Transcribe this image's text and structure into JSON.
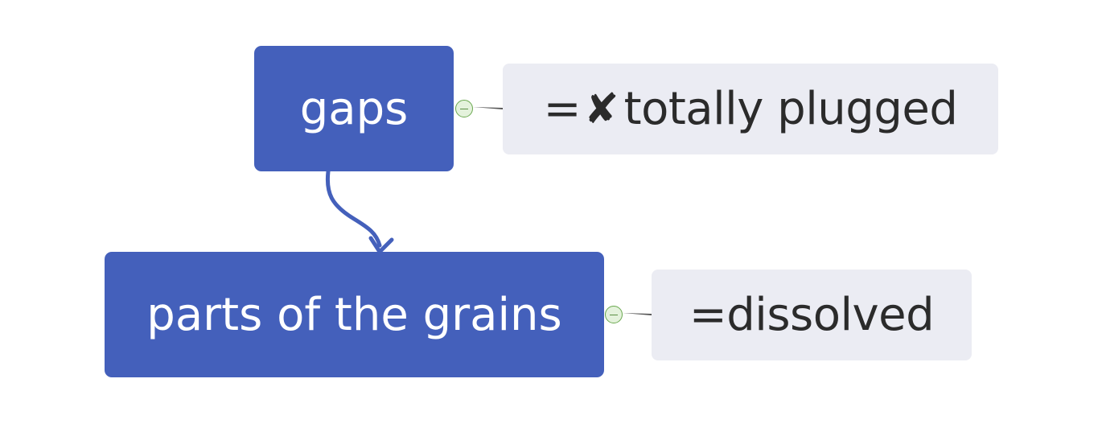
{
  "diagram": {
    "nodes": [
      {
        "id": "gaps",
        "label": "gaps"
      },
      {
        "id": "grains",
        "label": "parts of the grains"
      }
    ],
    "notes": [
      {
        "id": "plugged",
        "prefix": "=",
        "cross": "✘",
        "text": "totally plugged",
        "attached_to": "gaps"
      },
      {
        "id": "dissolved",
        "prefix": "=",
        "text": "dissolved",
        "attached_to": "grains"
      }
    ],
    "edges": [
      {
        "from": "gaps",
        "to": "grains",
        "type": "arrow"
      }
    ],
    "colors": {
      "node_fill": "#4460bb",
      "note_fill": "#ebecf3",
      "arrow": "#4460bb",
      "connector": "#555555",
      "collapse_fill": "#e4f2dc",
      "collapse_border": "#6aa84f"
    }
  }
}
